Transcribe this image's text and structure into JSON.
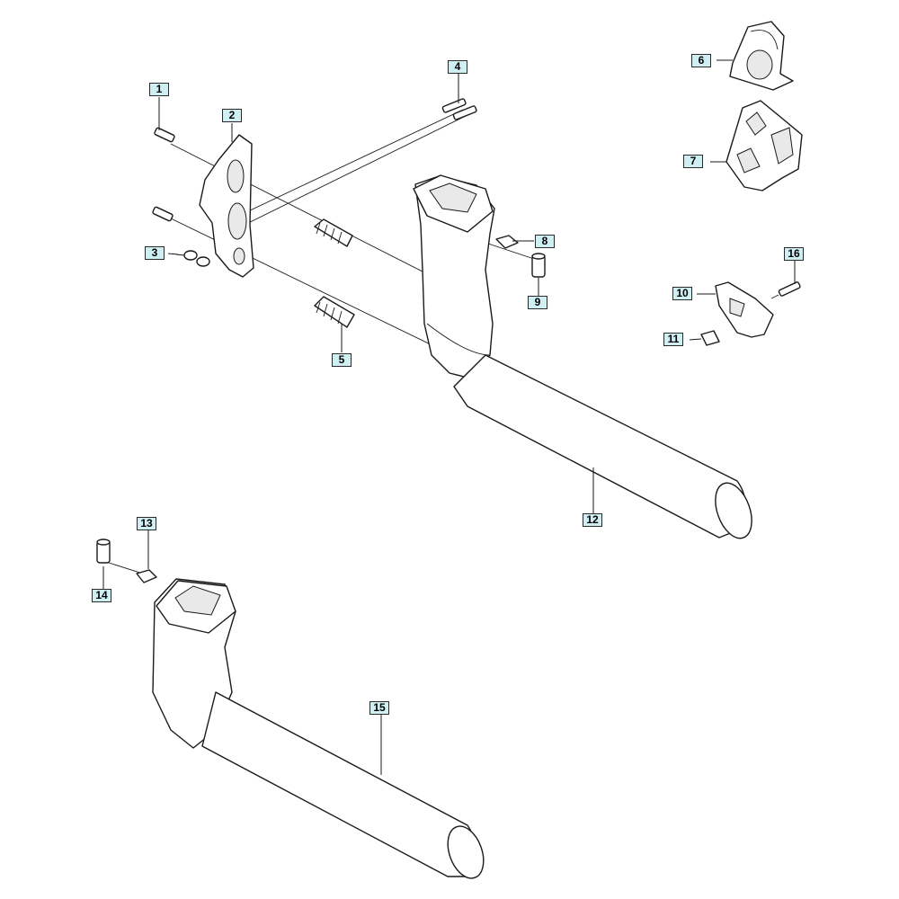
{
  "callouts": [
    {
      "id": "p1",
      "label": "1"
    },
    {
      "id": "p2",
      "label": "2"
    },
    {
      "id": "p3",
      "label": "3"
    },
    {
      "id": "p4",
      "label": "4"
    },
    {
      "id": "p5",
      "label": "5"
    },
    {
      "id": "p6",
      "label": "6"
    },
    {
      "id": "p7",
      "label": "7"
    },
    {
      "id": "p8",
      "label": "8"
    },
    {
      "id": "p9",
      "label": "9"
    },
    {
      "id": "p10",
      "label": "10"
    },
    {
      "id": "p11",
      "label": "11"
    },
    {
      "id": "p12",
      "label": "12"
    },
    {
      "id": "p13",
      "label": "13"
    },
    {
      "id": "p14",
      "label": "14"
    },
    {
      "id": "p15",
      "label": "15"
    },
    {
      "id": "p16",
      "label": "16"
    }
  ],
  "colors": {
    "callout_fill": "#cfeff3",
    "line": "#1a1a1a",
    "background": "#ffffff"
  }
}
